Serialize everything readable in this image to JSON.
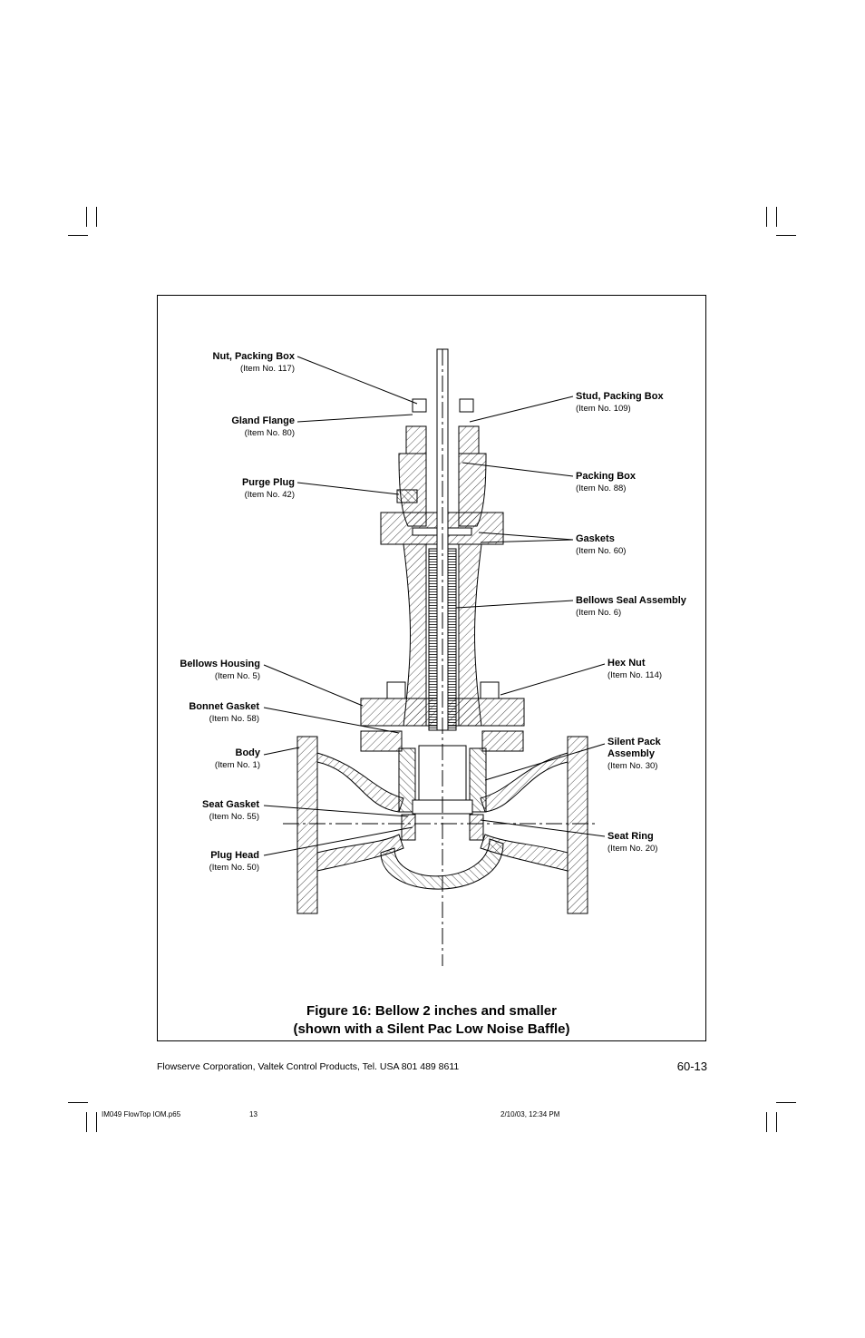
{
  "labels": {
    "nut_packing_box": {
      "title": "Nut, Packing Box",
      "item": "(Item No. 117)"
    },
    "gland_flange": {
      "title": "Gland Flange",
      "item": "(Item No. 80)"
    },
    "purge_plug": {
      "title": "Purge Plug",
      "item": "(Item No. 42)"
    },
    "bellows_housing": {
      "title": "Bellows Housing",
      "item": "(Item No. 5)"
    },
    "bonnet_gasket": {
      "title": "Bonnet Gasket",
      "item": "(Item No. 58)"
    },
    "body": {
      "title": "Body",
      "item": "(Item No. 1)"
    },
    "seat_gasket": {
      "title": "Seat Gasket",
      "item": "(Item No. 55)"
    },
    "plug_head": {
      "title": "Plug Head",
      "item": "(Item No. 50)"
    },
    "stud_packing_box": {
      "title": "Stud, Packing Box",
      "item": "(Item No. 109)"
    },
    "packing_box": {
      "title": "Packing Box",
      "item": "(Item No. 88)"
    },
    "gaskets": {
      "title": "Gaskets",
      "item": "(Item No. 60)"
    },
    "bellows_seal_assembly": {
      "title": "Bellows Seal Assembly",
      "item": "(Item No. 6)"
    },
    "hex_nut": {
      "title": "Hex Nut",
      "item": "(Item No. 114)"
    },
    "silent_pack_assembly": {
      "title_line1": "Silent Pack",
      "title_line2": "Assembly",
      "item": "(Item No. 30)"
    },
    "seat_ring": {
      "title": "Seat Ring",
      "item": "(Item No. 20)"
    }
  },
  "caption": {
    "line1": "Figure 16: Bellow 2 inches and smaller",
    "line2": "(shown with a Silent Pac Low Noise Baffle)"
  },
  "footer": {
    "company": "Flowserve Corporation, Valtek Control Products, Tel. USA 801 489 8611",
    "page_number": "60-13"
  },
  "slug": {
    "file": "IM049 FlowTop IOM.p65",
    "page": "13",
    "timestamp": "2/10/03, 12:34 PM"
  }
}
